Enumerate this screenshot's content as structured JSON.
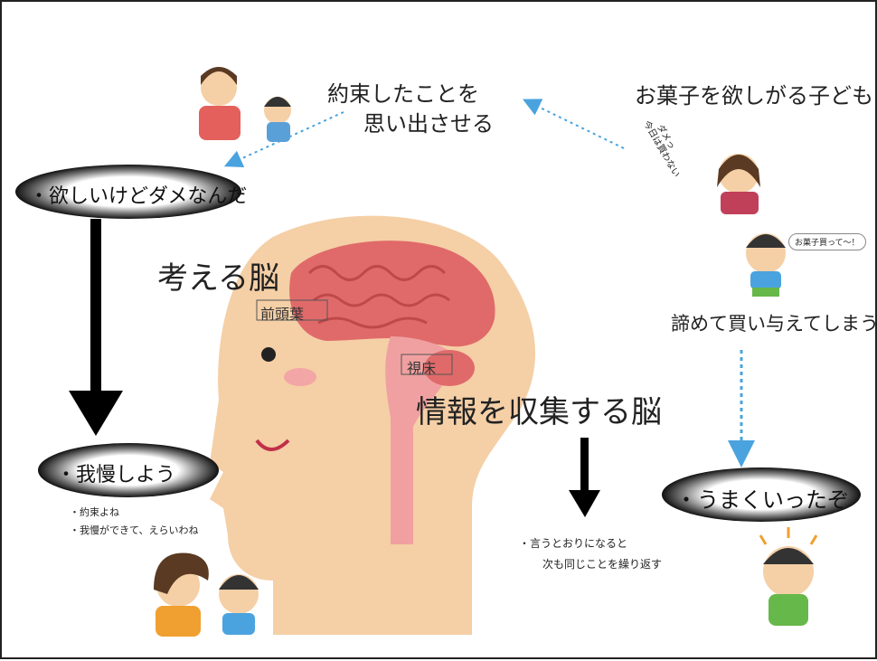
{
  "title": "お菓子を欲しがる子どもに",
  "remind": {
    "line1": "約束したことを",
    "line2": "思い出させる"
  },
  "mom_bubble": {
    "line1": "ダメっ",
    "line2": "今日は買わない"
  },
  "kid_bubble": "お菓子買って～！",
  "give_in": "諦めて買い与えてしまう…",
  "success_oval": "・うまくいったぞ",
  "want_oval": "・欲しいけどダメなんだ",
  "endure_oval": "・我慢しよう",
  "endure_notes": [
    "・約束よね",
    "・我慢ができて、えらいわね"
  ],
  "thinking_brain": "考える脳",
  "frontal_lobe": "前頭葉",
  "thalamus": "視床",
  "info_brain": "情報を収集する脳",
  "repeat_note": {
    "line1": "・言うとおりになると",
    "line2": "次も同じことを繰り返す"
  },
  "colors": {
    "skin": "#f5cfa6",
    "brain": "#e06a6a",
    "brain_light": "#f0a0a0",
    "arrow_blue": "#4aa3df",
    "oval_dark": "#111111"
  }
}
